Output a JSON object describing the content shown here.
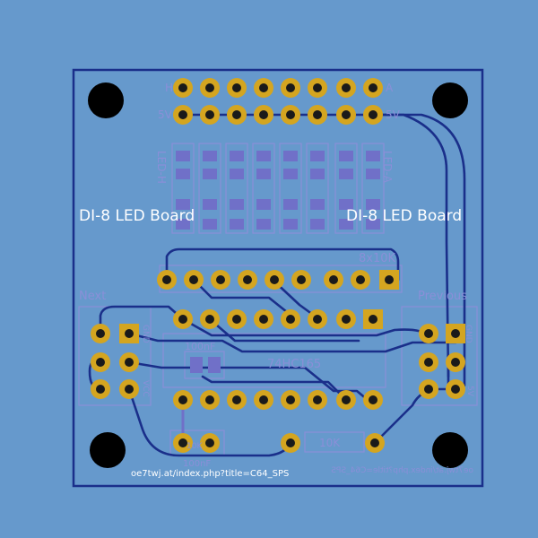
{
  "board": {
    "title_left": "DI-8 LED Board",
    "title_right": "DI-8 LED Board",
    "url_front": "oe7twj.at/index.php?title=C64_SPS",
    "url_back": "oe7twj.at/index.php?title=C64_SPS",
    "colors": {
      "background": "#6699cc",
      "copper": "#1a2f8a",
      "pad_ring": "#d4a520",
      "silkscreen": "#8a8fd8",
      "text_white": "#ffffff"
    }
  },
  "labels": {
    "led_h": "LED-H",
    "led_a": "LED-A",
    "pin_h": "H",
    "pin_a": "A",
    "v5_left": "5V",
    "v5_right": "5V",
    "rnet": "8x10K",
    "next": "Next",
    "previous": "Previous",
    "ic": "74HC165",
    "cap": "100nF",
    "res": "10K",
    "res_small": "10K",
    "cap_small": "100nF",
    "gnd_left": "GND",
    "vcc_left": "VCC",
    "gnd_right": "GND",
    "vcc_right": "5V"
  }
}
